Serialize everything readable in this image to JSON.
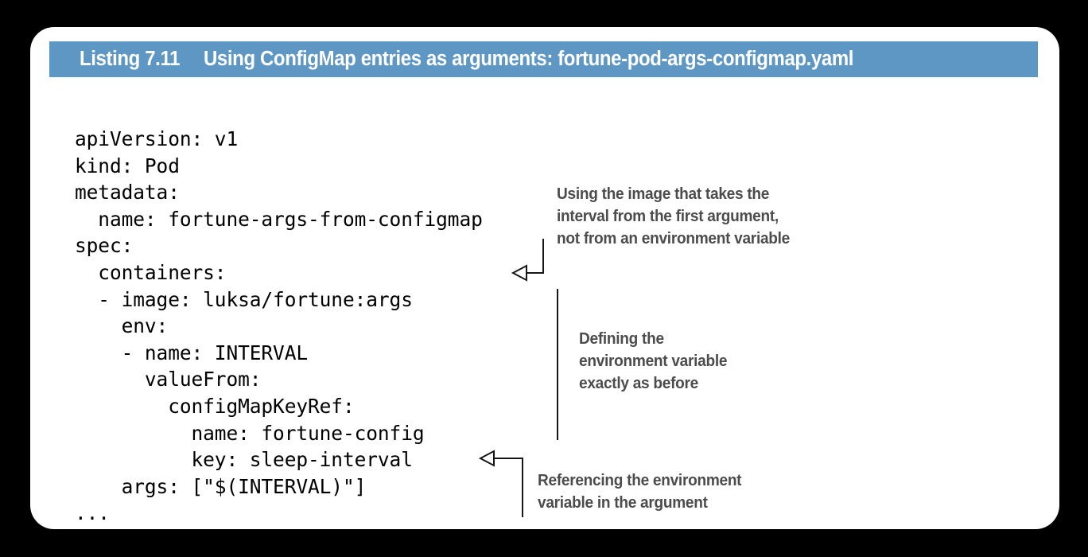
{
  "listing": {
    "number_label": "Listing 7.11",
    "title": "Using ConfigMap entries as arguments: fortune-pod-args-configmap.yaml",
    "header_bg": "#5e97c3",
    "header_text_color": "#ffffff"
  },
  "code": {
    "language": "yaml",
    "text": "apiVersion: v1\nkind: Pod\nmetadata:\n  name: fortune-args-from-configmap\nspec:\n  containers:\n  - image: luksa/fortune:args\n    env:\n    - name: INTERVAL\n      valueFrom:\n        configMapKeyRef:\n          name: fortune-config\n          key: sleep-interval\n    args: [\"$(INTERVAL)\"]\n...",
    "lines": [
      "apiVersion: v1",
      "kind: Pod",
      "metadata:",
      "  name: fortune-args-from-configmap",
      "spec:",
      "  containers:",
      "  - image: luksa/fortune:args",
      "    env:",
      "    - name: INTERVAL",
      "      valueFrom:",
      "        configMapKeyRef:",
      "          name: fortune-config",
      "          key: sleep-interval",
      "    args: [\"$(INTERVAL)\"]",
      "..."
    ],
    "text_color": "#000000"
  },
  "annotations": [
    {
      "id": "annot-1",
      "text": "Using the image that takes the\ninterval from the first argument,\nnot from an environment variable",
      "targets_code_line": "  - image: luksa/fortune:args",
      "color": "#4c4c4c"
    },
    {
      "id": "annot-2",
      "text": "Defining the\nenvironment variable\nexactly as before",
      "targets_code_line": "    env:",
      "color": "#4c4c4c"
    },
    {
      "id": "annot-3",
      "text": "Referencing the environment\nvariable in the argument",
      "targets_code_line": "    args: [\"$(INTERVAL)\"]",
      "color": "#4c4c4c"
    }
  ],
  "canvas": {
    "background": "#000000",
    "card_background": "#ffffff"
  }
}
